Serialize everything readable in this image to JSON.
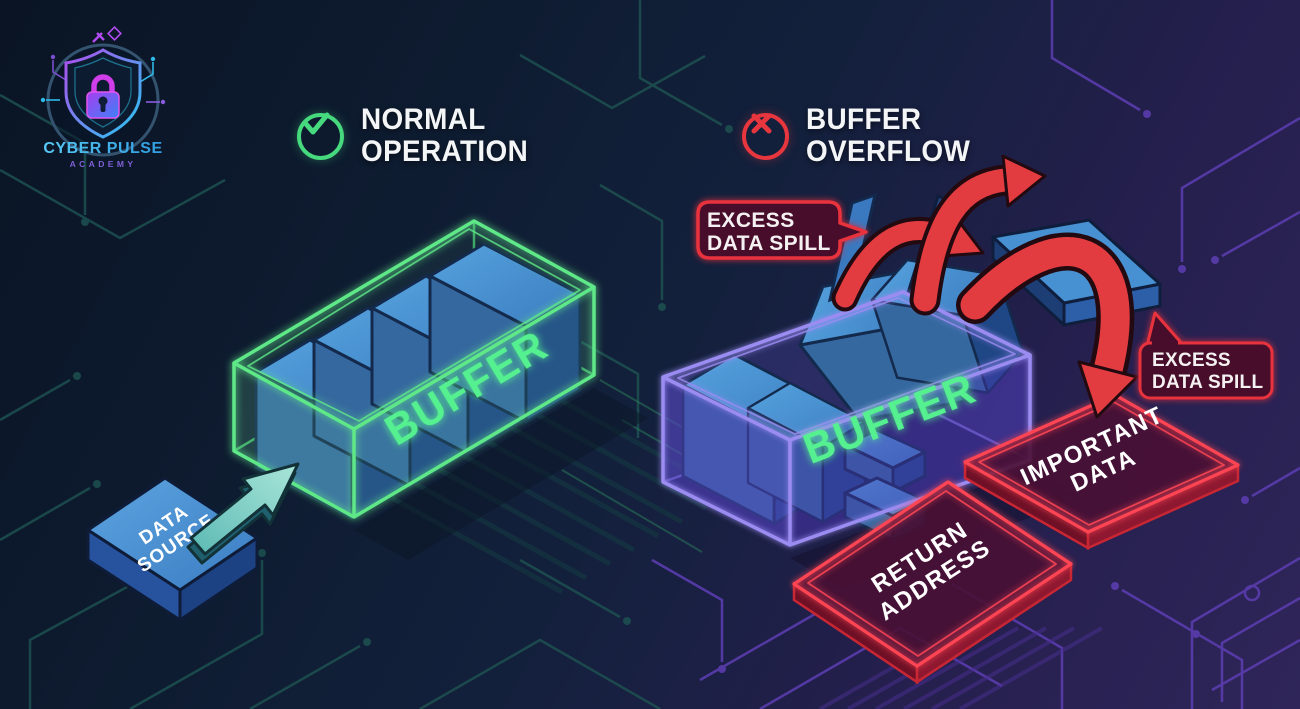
{
  "logo": {
    "brand": "CYBER PULSE",
    "subtitle": "ACADEMY"
  },
  "headers": {
    "normal": {
      "line1": "NORMAL",
      "line2": "OPERATION"
    },
    "overflow": {
      "line1": "BUFFER",
      "line2": "OVERFLOW"
    }
  },
  "normal_diagram": {
    "buffer_label": "BUFFER",
    "source_line1": "DATA",
    "source_line2": "SOURCE"
  },
  "overflow_diagram": {
    "buffer_label": "BUFFER",
    "callout_top": {
      "line1": "EXCESS",
      "line2": "DATA SPILL"
    },
    "callout_side": {
      "line1": "EXCESS",
      "line2": "DATA SPILL"
    },
    "return_slab": {
      "line1": "RETURN",
      "line2": "ADDRESS"
    },
    "important_slab": {
      "line1": "IMPORTANT",
      "line2": "DATA"
    }
  },
  "colors": {
    "accent_green": "#52e07e",
    "accent_red": "#e8363f",
    "buffer_text_green": "#54f08f",
    "block_blue": "#4790d2",
    "wire_green": "#5ee888",
    "wire_purple": "#9b8cf2",
    "bg_navy": "#0e1c31",
    "bg_purple": "#2f2559",
    "arrow_teal": "#8fd8cd"
  }
}
